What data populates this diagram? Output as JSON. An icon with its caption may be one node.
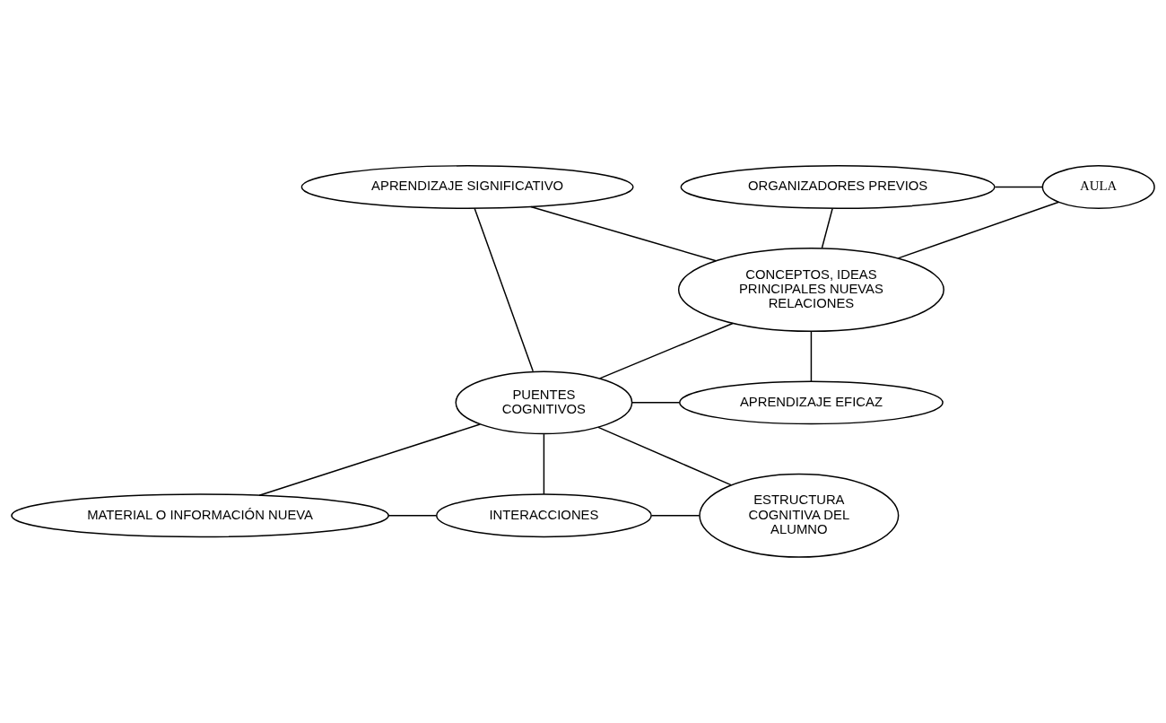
{
  "diagram": {
    "nodes": [
      {
        "text": [
          "ORGANIZADORES PREVIOS"
        ]
      },
      {
        "text": [
          "AULA"
        ]
      },
      {
        "text": [
          "APRENDIZAJE SIGNIFICATIVO"
        ]
      },
      {
        "text": [
          "CONCEPTOS, IDEAS PRINCIPALES NUEVAS RELACIONES"
        ]
      },
      {
        "text": [
          "PUENTES COGNITIVOS"
        ]
      },
      {
        "text": [
          "APRENDIZAJE EFICAZ"
        ]
      },
      {
        "text": [
          "MATERIAL O INFORMACIÓN NUEVA"
        ]
      },
      {
        "text": [
          "INTERACCIONES"
        ]
      },
      {
        "text": [
          "ESTRUCTURA COGNITIVA DEL ALUMNO"
        ]
      }
    ],
    "edges": [
      {
        "from": 0,
        "to": 1,
        "arrow": "none"
      },
      {
        "from": 0,
        "to": 3,
        "arrow": "none"
      },
      {
        "from": 1,
        "to": 3,
        "arrow": "none"
      },
      {
        "from": 2,
        "to": 3,
        "arrow": "none"
      },
      {
        "from": 2,
        "to": 4,
        "arrow": "none"
      },
      {
        "from": 3,
        "to": 4,
        "arrow": "none"
      },
      {
        "from": 3,
        "to": 5,
        "arrow": "none"
      },
      {
        "from": 4,
        "to": 5,
        "arrow": "none"
      },
      {
        "from": 4,
        "to": 6,
        "arrow": "none"
      },
      {
        "from": 4,
        "to": 7,
        "arrow": "none"
      },
      {
        "from": 4,
        "to": 8,
        "arrow": "none"
      },
      {
        "from": 6,
        "to": 7,
        "arrow": "none"
      },
      {
        "from": 7,
        "to": 8,
        "arrow": "none"
      }
    ]
  }
}
